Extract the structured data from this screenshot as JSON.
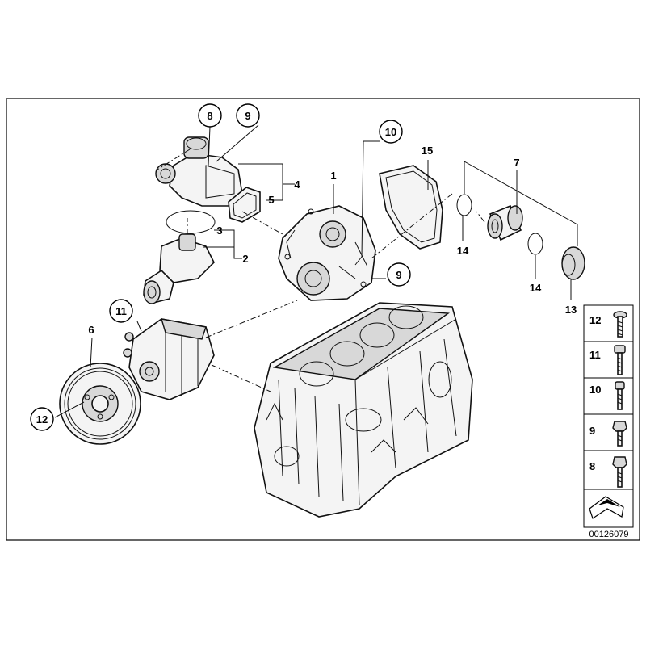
{
  "callouts": {
    "c1": "1",
    "c2": "2",
    "c3": "3",
    "c4": "4",
    "c5": "5",
    "c6": "6",
    "c7": "7",
    "c8": "8",
    "c9a": "9",
    "c9b": "9",
    "c10": "10",
    "c11": "11",
    "c12": "12",
    "c13": "13",
    "c14a": "14",
    "c14b": "14",
    "c15": "15"
  },
  "bolt_legend": [
    {
      "label": "12"
    },
    {
      "label": "11"
    },
    {
      "label": "10"
    },
    {
      "label": "9"
    },
    {
      "label": "8"
    }
  ],
  "diagram_ref": "00126079",
  "icons": [
    "arrow-icon"
  ]
}
